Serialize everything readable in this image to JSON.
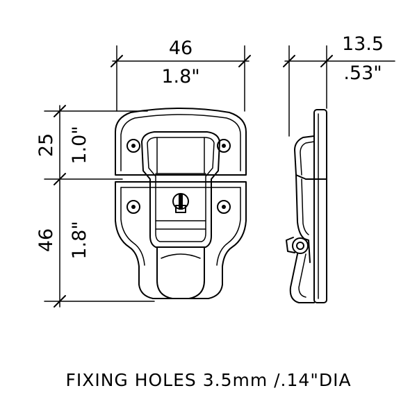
{
  "dimensions": {
    "width_mm": "46",
    "width_in": "1.8\"",
    "depth_mm": "13.5",
    "depth_in": ".53\"",
    "upper_height_mm": "25",
    "upper_height_in": "1.0\"",
    "lower_height_mm": "46",
    "lower_height_in": "1.8\""
  },
  "caption": "FIXING  HOLES   3.5mm /.14\"DIA"
}
